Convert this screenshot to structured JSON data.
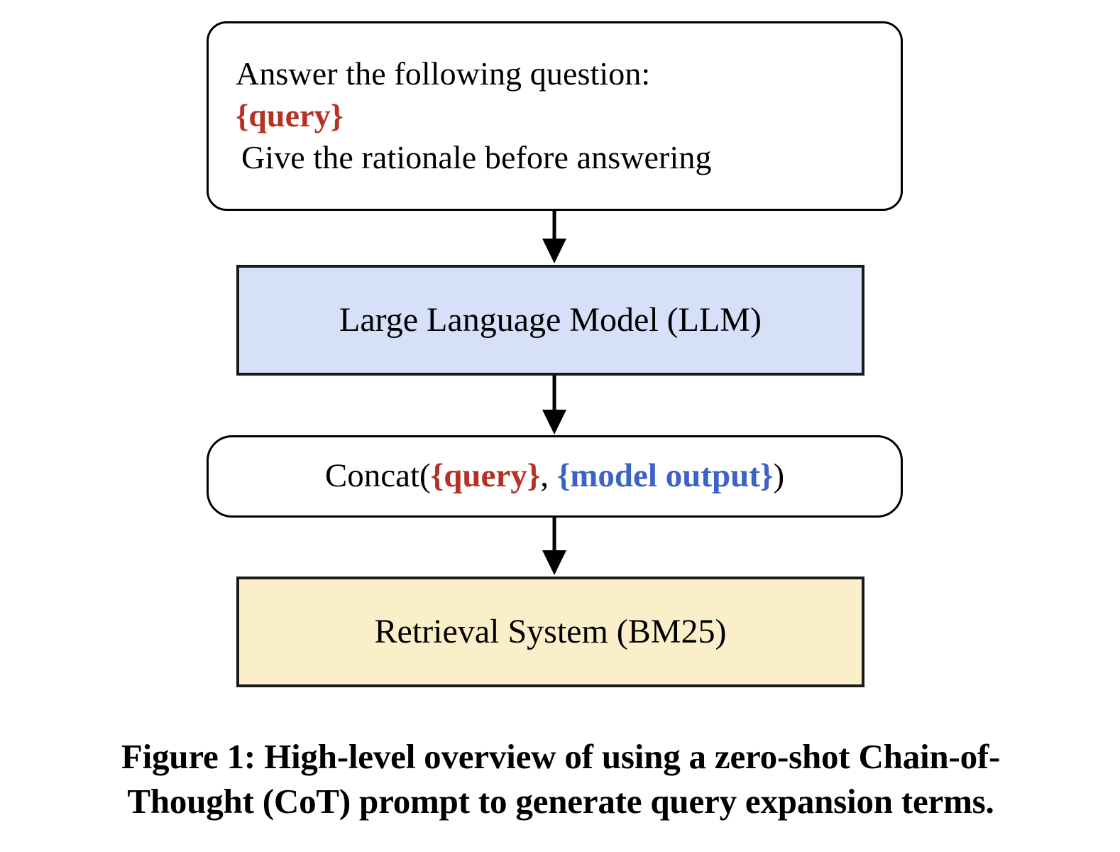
{
  "figure": {
    "caption_line_1": "Figure 1: High-level overview of using a zero-shot Chain-of-",
    "caption_line_2": "Thought (CoT) prompt to generate query expansion terms.",
    "caption_full": "Figure 1: High-level overview of using a zero-shot Chain-of-Thought (CoT) prompt to generate query expansion terms."
  },
  "nodes": {
    "prompt": {
      "line_1": "Answer the following question:",
      "line_2_placeholder": "{query}",
      "line_3": "Give the rationale before answering",
      "shape": "rounded-rectangle",
      "fill": "#ffffff",
      "stroke": "#000000"
    },
    "llm": {
      "label": "Large Language Model (LLM)",
      "shape": "rectangle",
      "fill": "#d6e0f8",
      "stroke": "#1a1a1a"
    },
    "concat": {
      "prefix": "Concat(",
      "arg_1": "{query}",
      "separator": ", ",
      "arg_2": "{model output}",
      "suffix": ")",
      "shape": "rounded-rectangle",
      "fill": "#ffffff",
      "stroke": "#000000"
    },
    "retrieval": {
      "label": "Retrieval System (BM25)",
      "shape": "rectangle",
      "fill": "#faefc8",
      "stroke": "#1a1a1a"
    }
  },
  "edges": [
    {
      "name": "prompt-to-llm",
      "from": "prompt",
      "to": "llm",
      "style": "solid-arrow",
      "color": "#000000"
    },
    {
      "name": "llm-to-concat",
      "from": "llm",
      "to": "concat",
      "style": "solid-arrow",
      "color": "#000000"
    },
    {
      "name": "concat-to-retrieval",
      "from": "concat",
      "to": "retrieval",
      "style": "solid-arrow",
      "color": "#000000"
    }
  ],
  "colors": {
    "query_red": "#b33225",
    "model_output_blue": "#3b62c4",
    "llm_fill": "#d6e0f8",
    "retrieval_fill": "#faefc8",
    "stroke": "#000000",
    "background": "#ffffff"
  }
}
